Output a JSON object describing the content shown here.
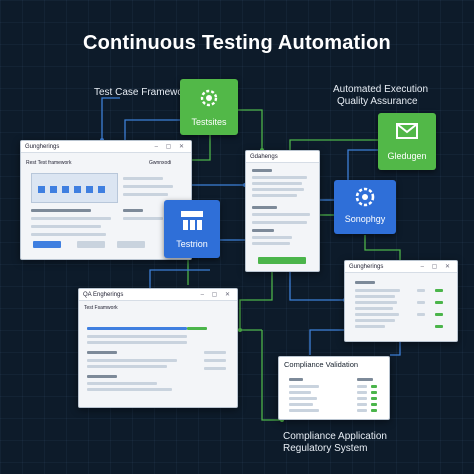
{
  "title": "Continuous Testing Automation",
  "captions": {
    "test_case_framework": "Test Case Framework",
    "automated_execution": "Automated Execution",
    "quality_assurance": "Quality Assurance",
    "compliance_application": "Compliance Application",
    "regulatory_system": "Regulatory System"
  },
  "tiles": {
    "testsites": "Testsites",
    "testrion": "Testrion",
    "gledugen": "Gledugen",
    "sonophgy": "Sonophgy"
  },
  "windows": {
    "left_top": {
      "title": "Gungherings",
      "subtitle": "Rest Test framework",
      "tab": "Gwnnxodi"
    },
    "center": {
      "title": "Gdahengs"
    },
    "bottom_left": {
      "title": "QA Engherings",
      "subtitle": "Test Fsamwork"
    },
    "right": {
      "title": "Gungherings"
    },
    "compliance": {
      "title": "Compliance Validation"
    }
  },
  "colors": {
    "background": "#0d1b2a",
    "green": "#52b848",
    "blue": "#2f6fd8",
    "wire": "#3d7fd6"
  }
}
